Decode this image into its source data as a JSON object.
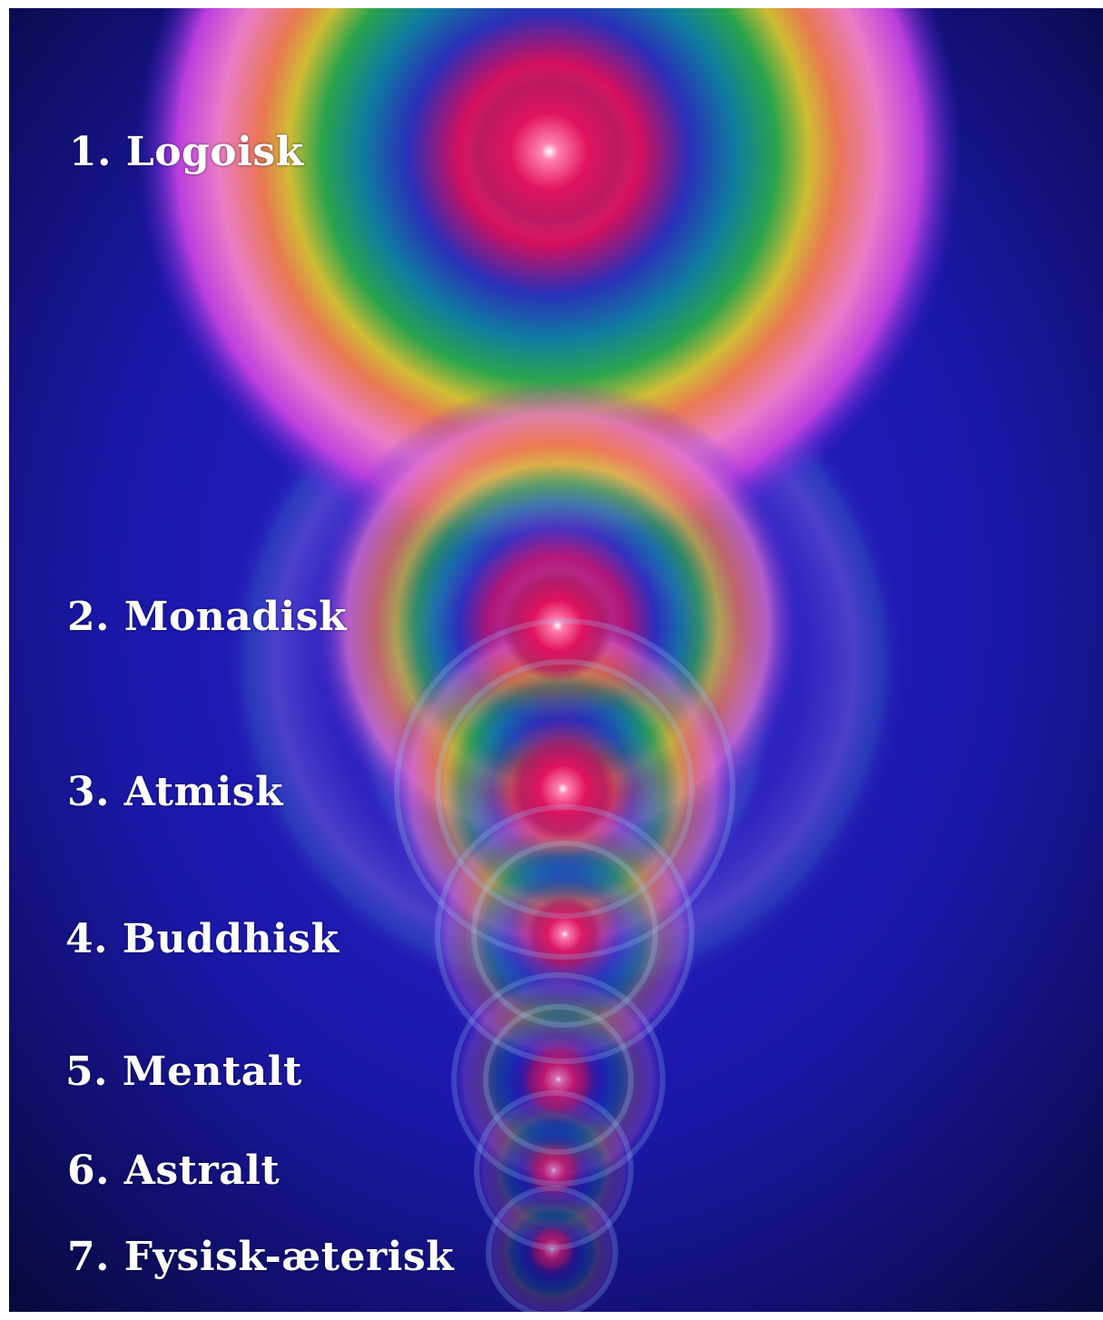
{
  "planes": [
    {
      "label": "1. Logoisk"
    },
    {
      "label": "2. Monadisk"
    },
    {
      "label": "3. Atmisk"
    },
    {
      "label": "4. Buddhisk"
    },
    {
      "label": "5. Mentalt"
    },
    {
      "label": "6. Astralt"
    },
    {
      "label": "7. Fysisk-æterisk"
    }
  ],
  "colors": {
    "background_dark": "#07083a",
    "background_mid": "#1a1ab0",
    "core": "#e0125e",
    "violet": "#c040e0",
    "label": "#ffffff"
  }
}
